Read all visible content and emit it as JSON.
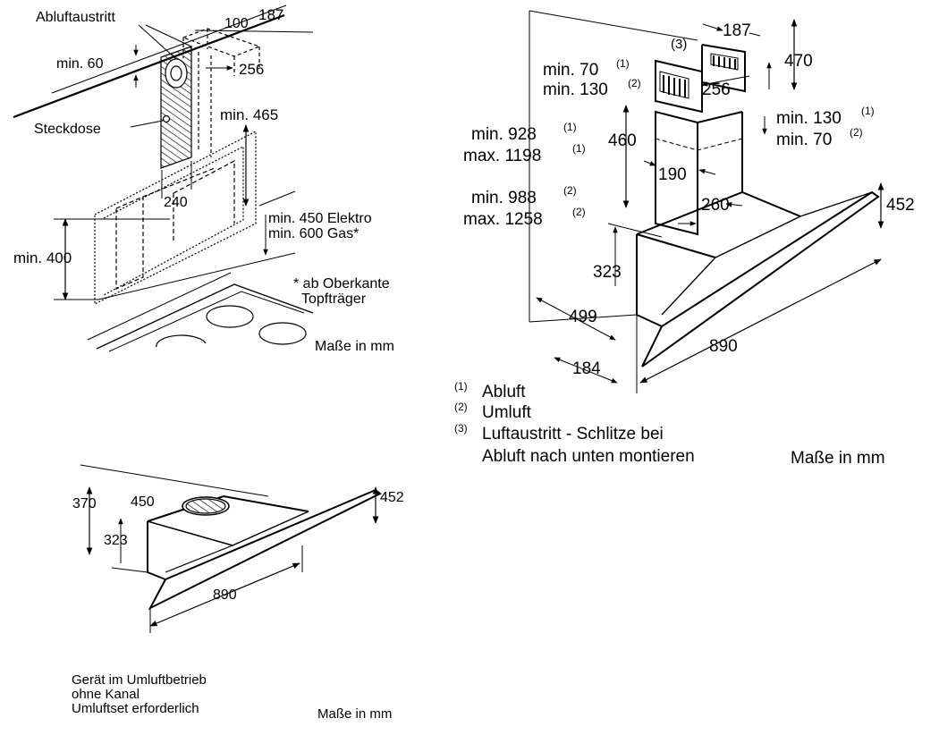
{
  "diagram_left": {
    "exhaust_outlet": "Abluftaustritt",
    "socket": "Steckdose",
    "dim_min60": "min. 60",
    "dim_100": "100",
    "dim_187": "187",
    "dim_256": "256",
    "dim_min465": "min. 465",
    "dim_240": "240",
    "dim_min400": "min. 400",
    "dim_min450": "min. 450 Elektro",
    "dim_min600": "min. 600 Gas*",
    "note_line1": "* ab Oberkante",
    "note_line2": "Topfträger",
    "units": "Maße in mm"
  },
  "diagram_right": {
    "ref3": "(3)",
    "dim_187": "187",
    "dim_470": "470",
    "dim_min70": "min. 70",
    "dim_min70_sup": "(1)",
    "dim_min130": "min. 130",
    "dim_min130_sup": "(2)",
    "dim_256": "256",
    "dim_min130b": "min. 130",
    "dim_min130b_sup": "(1)",
    "dim_min70b": "min. 70",
    "dim_min70b_sup": "(2)",
    "dim_min928": "min. 928",
    "dim_min928_sup": "(1)",
    "dim_max1198": "max. 1198",
    "dim_max1198_sup": "(1)",
    "dim_460": "460",
    "dim_190": "190",
    "dim_min988": "min. 988",
    "dim_min988_sup": "(2)",
    "dim_max1258": "max. 1258",
    "dim_max1258_sup": "(2)",
    "dim_260": "260",
    "dim_452": "452",
    "dim_323": "323",
    "dim_499": "499",
    "dim_890": "890",
    "dim_184": "184"
  },
  "legend": {
    "items": [
      {
        "mark": "(1)",
        "text": "Abluft"
      },
      {
        "mark": "(2)",
        "text": "Umluft"
      },
      {
        "mark": "(3)",
        "text": "Luftaustritt - Schlitze bei"
      }
    ],
    "continuation": "Abluft nach unten montieren",
    "units": "Maße in mm"
  },
  "diagram_bottom": {
    "dim_370": "370",
    "dim_450": "450",
    "dim_452": "452",
    "dim_323": "323",
    "dim_890": "890",
    "caption_line1": "Gerät im Umluftbetrieb",
    "caption_line2": "ohne Kanal",
    "caption_line3": "Umluftset erforderlich",
    "units": "Maße in mm"
  },
  "colors": {
    "ink": "#000000",
    "hatch": "#333333",
    "background": "#ffffff"
  }
}
